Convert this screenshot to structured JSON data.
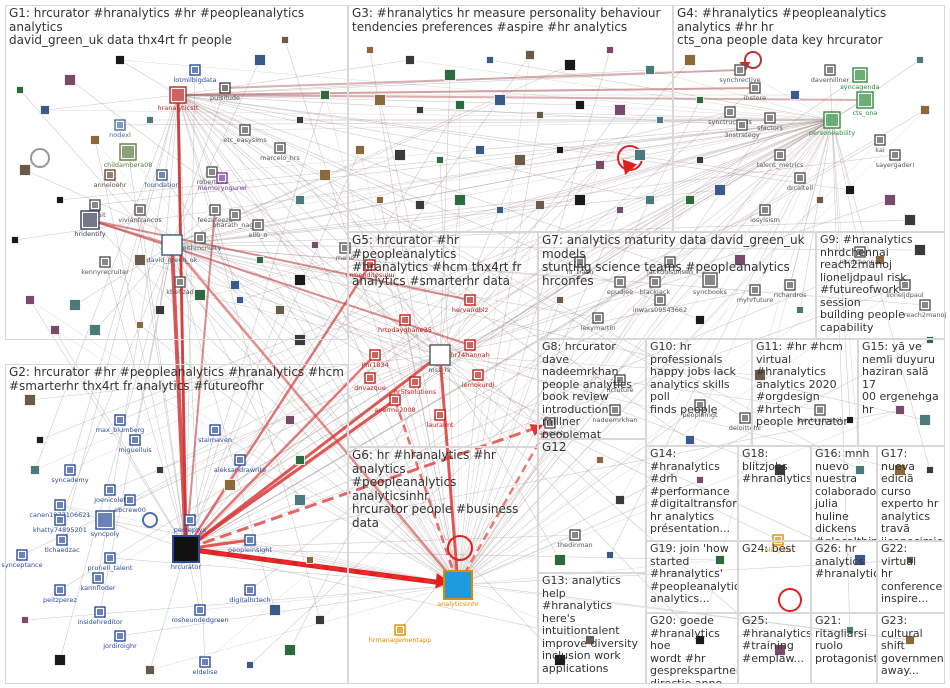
{
  "groups": [
    {
      "id": "G1",
      "label": "G1: hrcurator #hranalytics #hr #peopleanalytics analytics\ndavid_green_uk data thx4rt fr people"
    },
    {
      "id": "G2",
      "label": "G2: hrcurator #hr #peopleanalytics #hranalytics #hcm\n#smarterhr thx4rt fr analytics #futureofhr"
    },
    {
      "id": "G3",
      "label": "G3: #hranalytics hr measure personality behaviour\ntendencies preferences #aspire #hr analytics"
    },
    {
      "id": "G4",
      "label": "G4: #hranalytics #peopleanalytics analytics #hr hr\ncts_ona people data key hrcurator"
    },
    {
      "id": "G5",
      "label": "G5: hrcurator #hr #peopleanalytics\n#hranalytics #hcm thx4rt fr\nanalytics #smarterhr data"
    },
    {
      "id": "G6",
      "label": "G6: hr #hranalytics #hr analytics\n#peopleanalytics analyticsinhr\nhrcurator people #business data"
    },
    {
      "id": "G7",
      "label": "G7: analytics maturity data david_green_uk models\nstunting science teams #peopleanalytics hrconfes"
    },
    {
      "id": "G8",
      "label": "G8: hrcurator dave\nnadeemrkhan\npeople analytics\nbook review\nintroduction millner\npeoplemat"
    },
    {
      "id": "G9",
      "label": "G9: #hranalytics\nnhrdchennai\nreach2manoj\nlioneljdpaul risk\n#futureofwork session\nbuilding people\ncapability"
    },
    {
      "id": "G10",
      "label": "G10: hr\nprofessionals\nhappy jobs lack\nanalytics skills poll\nfinds people"
    },
    {
      "id": "G11",
      "label": "G11: #hr #hcm\nvirtual #hranalytics\nanalytics 2020\n#orgdesign #hrtech\npeople hrcurator"
    },
    {
      "id": "G12",
      "label": "G12"
    },
    {
      "id": "G13",
      "label": "G13: analytics help\n#hranalytics here's\nintuitiontalent\nimprove diversity\ninclusion work\napplications"
    },
    {
      "id": "G14",
      "label": "G14: #hranalytics\n#drh\n#performance\n#digitaltransfor...\nhr analytics\nprésentation..."
    },
    {
      "id": "G15",
      "label": "G15: yã ve\nnemli duyuru\nhaziran salã 17\n00 ergenehga\nhr"
    },
    {
      "id": "G16",
      "label": "G16: mnh\nnuevo\nnuestra\ncolaborado...\njulia huline\ndickens\n#glocalthin..."
    },
    {
      "id": "G17",
      "label": "G17: nueva\nediciã curso\nexperto hr\nanalytics\ntravã\niiconocimie...\npierdad"
    },
    {
      "id": "G18",
      "label": "G18:\nblitzjobs\n#hranalytics"
    },
    {
      "id": "G19",
      "label": "G19: join 'how\nstarted\n#hranalytics'\n#peopleanalytics\nanalytics..."
    },
    {
      "id": "G20",
      "label": "G20: goede\n#hranalytics hoe\nwordt #hr\ngesprekspartner\ndirectie anno..."
    },
    {
      "id": "G21",
      "label": "G21:\nritagliarsi\nruolo\nprotagonist..."
    },
    {
      "id": "G22",
      "label": "G22: virtual\nhr\nconference\ninspire..."
    },
    {
      "id": "G23",
      "label": "G23:\ncultural shift\ngovernment\naway..."
    },
    {
      "id": "G24",
      "label": "G24: best"
    },
    {
      "id": "G25",
      "label": "G25:\n#hranalytics\n#training\n#emplaw..."
    },
    {
      "id": "G26",
      "label": "G26: hr\nanalytics\n#hranalytics"
    }
  ],
  "nodes": [
    {
      "id": "n1",
      "label": "lotmilbigdata",
      "color": "#2b4b9b"
    },
    {
      "id": "n2",
      "label": "pulsitude",
      "color": "#444444"
    },
    {
      "id": "n3",
      "label": "hranalyticstt",
      "color": "#c0201a"
    },
    {
      "id": "n4",
      "label": "etc_easysims",
      "color": "#555555"
    },
    {
      "id": "n5",
      "label": "marcelo_hrs",
      "color": "#555555"
    },
    {
      "id": "n6",
      "label": "nodexl",
      "color": "#4a6fa5"
    },
    {
      "id": "n7",
      "label": "childambera08",
      "color": "#5a7a3a"
    },
    {
      "id": "n8",
      "label": "anneloehr",
      "color": "#6a4a3a"
    },
    {
      "id": "n9",
      "label": "foundation",
      "color": "#3a5a8a"
    },
    {
      "id": "n10",
      "label": "robertsec",
      "color": "#555555"
    },
    {
      "id": "n11",
      "label": "memoryngurwl",
      "color": "#7a3a9a"
    },
    {
      "id": "n12",
      "label": "recruit",
      "color": "#555555"
    },
    {
      "id": "n13",
      "label": "vivianfrancos",
      "color": "#555555"
    },
    {
      "id": "n14",
      "label": "feezafeeza",
      "color": "#555555"
    },
    {
      "id": "n15",
      "label": "hridentify",
      "color": "#3a3a5a"
    },
    {
      "id": "n16",
      "label": "bharath_nagu",
      "color": "#555555"
    },
    {
      "id": "n17",
      "label": "ell0_o",
      "color": "#555555"
    },
    {
      "id": "n18",
      "label": "keithmcnulty",
      "color": "#555555"
    },
    {
      "id": "n19",
      "label": "kennyrecruiter",
      "color": "#555555"
    },
    {
      "id": "n20",
      "label": "david_green_uk",
      "color": "#3a5a7a"
    },
    {
      "id": "n21",
      "label": "kbehzad",
      "color": "#555555"
    },
    {
      "id": "n22",
      "label": "synchrective",
      "color": "#555555"
    },
    {
      "id": "n23",
      "label": "instore",
      "color": "#555555"
    },
    {
      "id": "n24",
      "label": "davemillner",
      "color": "#555555"
    },
    {
      "id": "n25",
      "label": "syncagenda",
      "color": "#2d8a3e"
    },
    {
      "id": "n26",
      "label": "synctructions",
      "color": "#555555"
    },
    {
      "id": "n27",
      "label": "sfactors",
      "color": "#555555"
    },
    {
      "id": "n28",
      "label": "3nstrategy",
      "color": "#555555"
    },
    {
      "id": "n29",
      "label": "cts_ona",
      "color": "#2d8a3e"
    },
    {
      "id": "n30",
      "label": "personeability",
      "color": "#2d8a3e"
    },
    {
      "id": "n31",
      "label": "kai",
      "color": "#555555"
    },
    {
      "id": "n32",
      "label": "sayergaderi",
      "color": "#555555"
    },
    {
      "id": "n33",
      "label": "talent_metrics",
      "color": "#555555"
    },
    {
      "id": "n34",
      "label": "drcaltell",
      "color": "#555555"
    },
    {
      "id": "n35",
      "label": "iosylsism",
      "color": "#555555"
    },
    {
      "id": "n36",
      "label": "mehe",
      "color": "#555555"
    },
    {
      "id": "n37",
      "label": "armenditosuuu",
      "color": "#c0201a"
    },
    {
      "id": "n38",
      "label": "hervandblz",
      "color": "#c0201a"
    },
    {
      "id": "n39",
      "label": "hrtodayghane35",
      "color": "#c0201a"
    },
    {
      "id": "n40",
      "label": "jmr1834",
      "color": "#c0201a"
    },
    {
      "id": "n41",
      "label": "dnvazque",
      "color": "#c0201a"
    },
    {
      "id": "n42",
      "label": "hr74hannah",
      "color": "#c0201a"
    },
    {
      "id": "n43",
      "label": "mss_hr",
      "color": "#555555"
    },
    {
      "id": "n44",
      "label": "hr5fsolutions",
      "color": "#c0201a"
    },
    {
      "id": "n45",
      "label": "lemokurdi",
      "color": "#c0201a"
    },
    {
      "id": "n46",
      "label": "averme2008",
      "color": "#c0201a"
    },
    {
      "id": "n47",
      "label": "lauralmt",
      "color": "#c0201a"
    },
    {
      "id": "n48",
      "label": "hr_trash",
      "color": "#555555"
    },
    {
      "id": "n49",
      "label": "jackdolsonsen",
      "color": "#555555"
    },
    {
      "id": "n50",
      "label": "epudjee",
      "color": "#555555"
    },
    {
      "id": "n51",
      "label": "blackjack",
      "color": "#555555"
    },
    {
      "id": "n52",
      "label": "syncbooks",
      "color": "#555555"
    },
    {
      "id": "n53",
      "label": "myhrfuture",
      "color": "#555555"
    },
    {
      "id": "n54",
      "label": "richardros",
      "color": "#555555"
    },
    {
      "id": "n55",
      "label": "inwars09543662",
      "color": "#555555"
    },
    {
      "id": "n56",
      "label": "lexymartin",
      "color": "#555555"
    },
    {
      "id": "n57",
      "label": "hcfuture",
      "color": "#555555"
    },
    {
      "id": "n58",
      "label": "nadeemrkhan",
      "color": "#555555"
    },
    {
      "id": "n59",
      "label": "talegent",
      "color": "#555555"
    },
    {
      "id": "n60",
      "label": "nhrdchennai",
      "color": "#555555"
    },
    {
      "id": "n61",
      "label": "lioneljdpaul",
      "color": "#555555"
    },
    {
      "id": "n62",
      "label": "reach2manoj",
      "color": "#555555"
    },
    {
      "id": "n63",
      "label": "peoplemgt",
      "color": "#555555"
    },
    {
      "id": "n64",
      "label": "deloittehc",
      "color": "#555555"
    },
    {
      "id": "n65",
      "label": "peytonzpatel",
      "color": "#555555"
    },
    {
      "id": "n66",
      "label": "max_blumberg",
      "color": "#2b4b9b"
    },
    {
      "id": "n67",
      "label": "staimaven",
      "color": "#2b4b9b"
    },
    {
      "id": "n68",
      "label": "miguelluis",
      "color": "#2b4b9b"
    },
    {
      "id": "n69",
      "label": "aleksandrawrite",
      "color": "#2b4b9b"
    },
    {
      "id": "n70",
      "label": "syncademy",
      "color": "#2b4b9b"
    },
    {
      "id": "n71",
      "label": "joenicolet",
      "color": "#2b4b9b"
    },
    {
      "id": "n72",
      "label": "ebcrew00",
      "color": "#2b4b9b"
    },
    {
      "id": "n73",
      "label": "canen1977106621",
      "color": "#2b4b9b"
    },
    {
      "id": "n74",
      "label": "khatty74895201",
      "color": "#2b4b9b"
    },
    {
      "id": "n75",
      "label": "syncpoly",
      "color": "#2b4b9b"
    },
    {
      "id": "n76",
      "label": "tlchaedzac",
      "color": "#2b4b9b"
    },
    {
      "id": "n77",
      "label": "synceptance",
      "color": "#2b4b9b"
    },
    {
      "id": "n78",
      "label": "perceptyx",
      "color": "#2b4b9b"
    },
    {
      "id": "n79",
      "label": "peopleinsight",
      "color": "#2b4b9b"
    },
    {
      "id": "n80",
      "label": "hrcurator",
      "color": "#2b4b9b"
    },
    {
      "id": "n81",
      "label": "prunell_talent",
      "color": "#2b4b9b"
    },
    {
      "id": "n82",
      "label": "karinfloder",
      "color": "#2b4b9b"
    },
    {
      "id": "n83",
      "label": "peitzperez",
      "color": "#2b4b9b"
    },
    {
      "id": "n84",
      "label": "digitalhrtech",
      "color": "#2b4b9b"
    },
    {
      "id": "n85",
      "label": "rosheundedgreen",
      "color": "#2b4b9b"
    },
    {
      "id": "n86",
      "label": "insidehreditor",
      "color": "#2b4b9b"
    },
    {
      "id": "n87",
      "label": "jordiroighr",
      "color": "#2b4b9b"
    },
    {
      "id": "n88",
      "label": "eldelise",
      "color": "#2b4b9b"
    },
    {
      "id": "n89",
      "label": "analyticsinhr",
      "color": "#e08a00"
    },
    {
      "id": "n90",
      "label": "hrmanagementapp",
      "color": "#e08a00"
    },
    {
      "id": "n91",
      "label": "thedinman",
      "color": "#555555"
    },
    {
      "id": "n92",
      "label": "blitzjobs",
      "color": "#e08a00"
    }
  ]
}
